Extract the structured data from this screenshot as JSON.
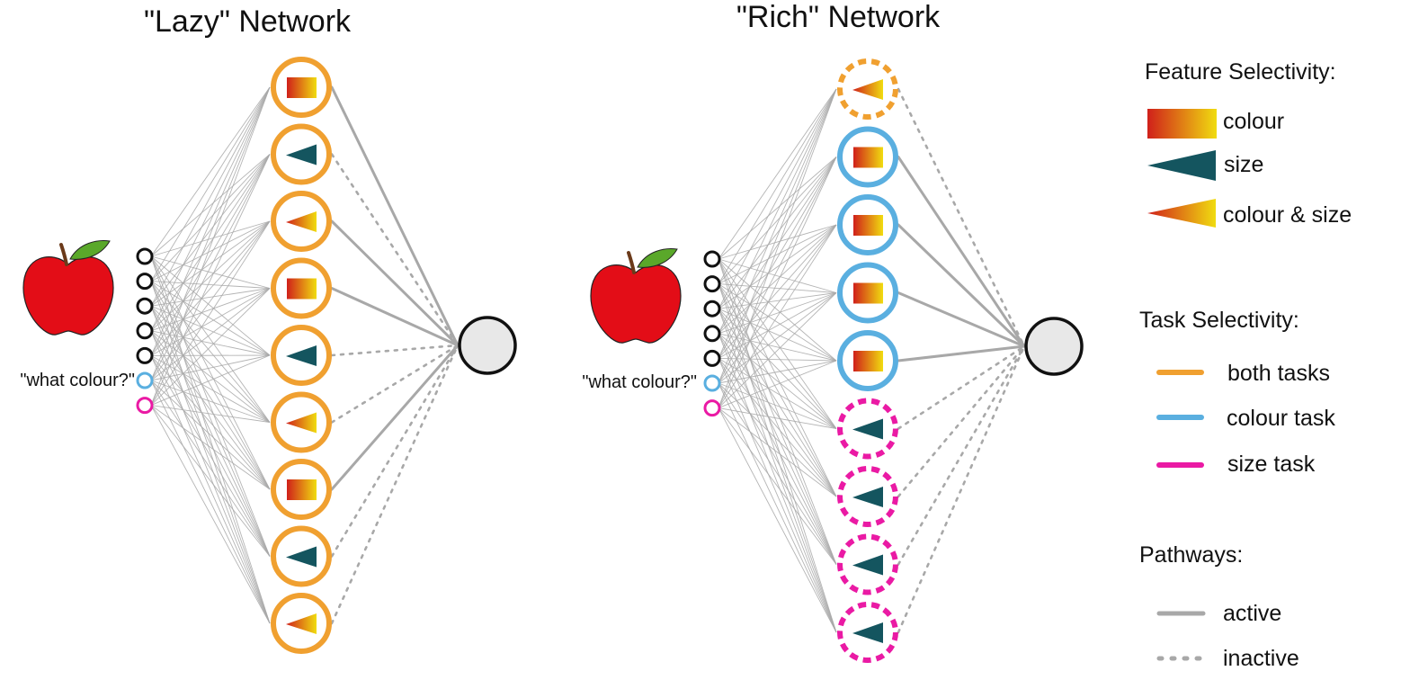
{
  "lazy": {
    "title": "\"Lazy\" Network",
    "cue_label": "\"what colour?\"",
    "hidden_units": [
      {
        "feature": "colour",
        "task": "both",
        "pathway": "active"
      },
      {
        "feature": "size",
        "task": "both",
        "pathway": "inactive"
      },
      {
        "feature": "colour_size",
        "task": "both",
        "pathway": "active"
      },
      {
        "feature": "colour",
        "task": "both",
        "pathway": "active"
      },
      {
        "feature": "size",
        "task": "both",
        "pathway": "inactive"
      },
      {
        "feature": "colour_size",
        "task": "both",
        "pathway": "inactive"
      },
      {
        "feature": "colour",
        "task": "both",
        "pathway": "active"
      },
      {
        "feature": "size",
        "task": "both",
        "pathway": "inactive"
      },
      {
        "feature": "colour_size",
        "task": "both",
        "pathway": "inactive"
      }
    ]
  },
  "rich": {
    "title": "\"Rich\" Network",
    "cue_label": "\"what colour?\"",
    "hidden_units": [
      {
        "feature": "colour_size",
        "task": "both",
        "pathway": "inactive"
      },
      {
        "feature": "colour",
        "task": "colour",
        "pathway": "active"
      },
      {
        "feature": "colour",
        "task": "colour",
        "pathway": "active"
      },
      {
        "feature": "colour",
        "task": "colour",
        "pathway": "active"
      },
      {
        "feature": "colour",
        "task": "colour",
        "pathway": "active"
      },
      {
        "feature": "size",
        "task": "size",
        "pathway": "inactive"
      },
      {
        "feature": "size",
        "task": "size",
        "pathway": "inactive"
      },
      {
        "feature": "size",
        "task": "size",
        "pathway": "inactive"
      },
      {
        "feature": "size",
        "task": "size",
        "pathway": "inactive"
      }
    ]
  },
  "legend": {
    "feature_heading": "Feature Selectivity:",
    "feature_items": [
      "colour",
      "size",
      "colour & size"
    ],
    "task_heading": "Task Selectivity:",
    "task_items": [
      "both tasks",
      "colour task",
      "size task"
    ],
    "pathway_heading": "Pathways:",
    "pathway_items": [
      "active",
      "inactive"
    ]
  },
  "colors": {
    "both": "#f0a030",
    "colour_task": "#5aafe0",
    "size_task": "#ea1aa4",
    "size_shape": "#14555f",
    "grad_start": "#d0201a",
    "grad_end": "#f0dc10",
    "pathway": "#a8a8a8",
    "apple": "#e30d17",
    "leaf": "#5aa82a"
  }
}
